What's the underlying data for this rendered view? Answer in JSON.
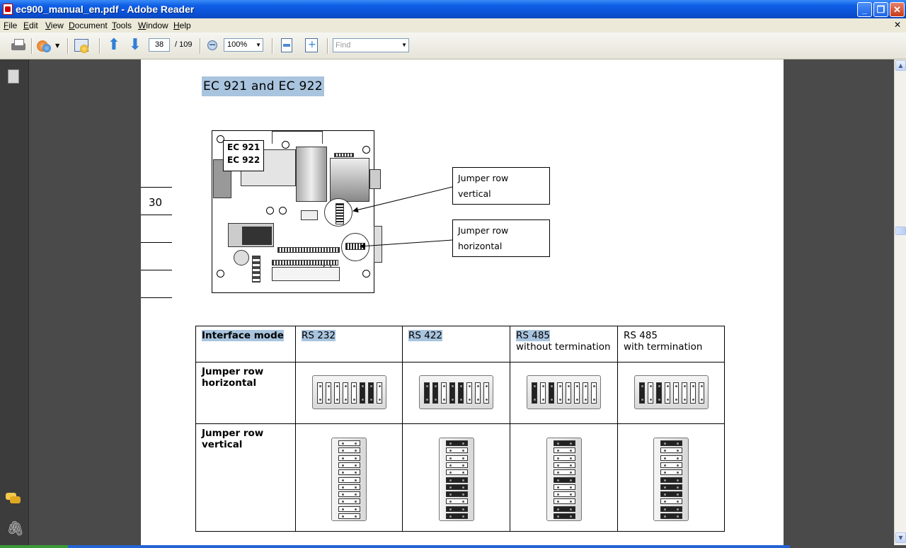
{
  "window": {
    "title": "ec900_manual_en.pdf - Adobe Reader",
    "minimize_label": "_",
    "maximize_label": "❐",
    "close_label": "✕"
  },
  "menu": {
    "items": [
      "File",
      "Edit",
      "View",
      "Document",
      "Tools",
      "Window",
      "Help"
    ],
    "close_glyph": "✕"
  },
  "toolbar": {
    "page_current": "38",
    "page_total": "/  109",
    "zoom": "100%",
    "find_placeholder": "Find",
    "zoom_out_glyph": "−"
  },
  "icons": {
    "print": "print-icon",
    "collaborate": "collaborate-icon",
    "review": "review-icon",
    "prev_page": "arrow-up-icon",
    "next_page": "arrow-down-icon",
    "zoom_out": "zoom-out-icon",
    "fit_page": "fit-page-icon",
    "fit_width": "fit-width-icon",
    "pages": "pages-icon",
    "comments": "comments-icon",
    "attachments": "paperclip-icon",
    "up_glyph": "⬆",
    "down_glyph": "⬇",
    "clip_glyph": "🖇"
  },
  "colors": {
    "highlight": "#a9c4de",
    "titlebar": "#0a51d6",
    "workspace": "#4a4a4a"
  },
  "document": {
    "section_heading": "EC 921 and EC 922",
    "page_number": "30",
    "board_label_1": "EC 921",
    "board_label_2": "EC 922",
    "callout_vertical": [
      "Jumper row",
      "vertical"
    ],
    "callout_horizontal": [
      "Jumper row",
      "horizontal"
    ],
    "table": {
      "header": {
        "col0": "Interface mode",
        "col1": "RS 232",
        "col2": "RS 422",
        "col3_line1": "RS 485",
        "col3_line2": "without termination",
        "col4_line1": "RS 485",
        "col4_line2": "with termination"
      },
      "row_horizontal": [
        "Jumper row",
        "horizontal"
      ],
      "row_vertical": [
        "Jumper row",
        "vertical"
      ]
    }
  }
}
